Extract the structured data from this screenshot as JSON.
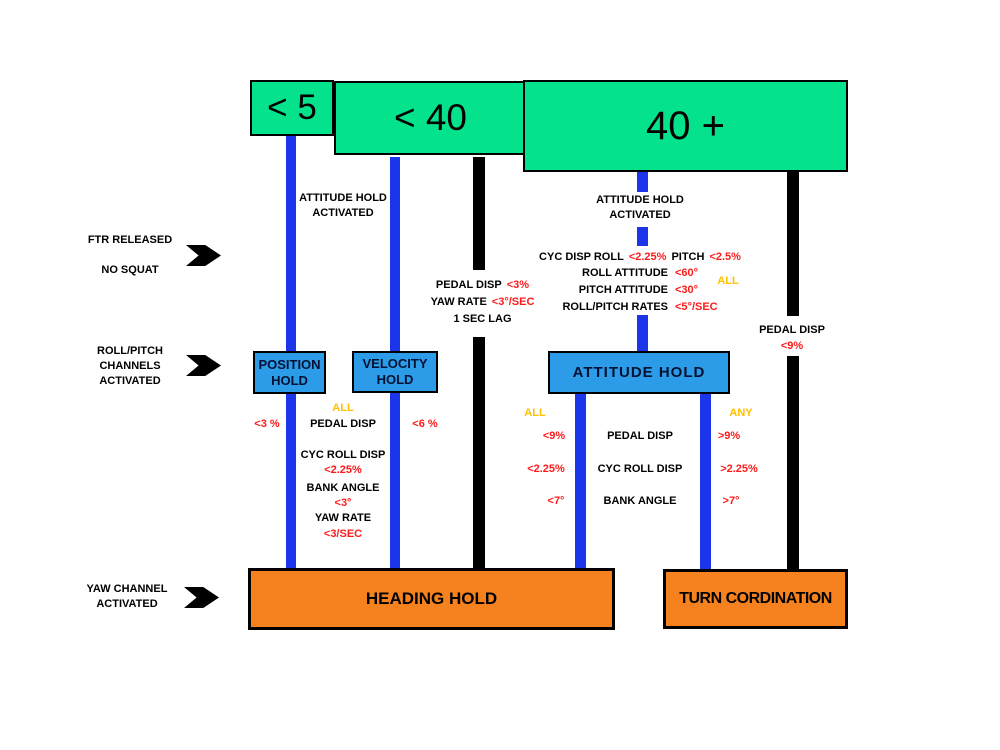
{
  "speed_header": {
    "lt5": "< 5",
    "lt40": "< 40",
    "plus40": "40 +"
  },
  "left_annotations": {
    "ftr_released": "FTR RELEASED",
    "no_squat": "NO SQUAT",
    "roll_pitch_1": "ROLL/PITCH",
    "roll_pitch_2": "CHANNELS",
    "roll_pitch_3": "ACTIVATED",
    "yaw_1": "YAW CHANNEL",
    "yaw_2": "ACTIVATED"
  },
  "hover_column": {
    "attitude_note_1": "ATTITUDE HOLD",
    "attitude_note_2": "ACTIVATED",
    "position_hold_1": "POSITION",
    "position_hold_2": "HOLD",
    "velocity_hold_1": "VELOCITY",
    "velocity_hold_2": "HOLD",
    "all": "ALL",
    "position_value": "<3 %",
    "pedal_disp": "PEDAL DISP",
    "velocity_value": "<6 %",
    "cyc_roll_disp": "CYC ROLL DISP",
    "cyc_roll_value": "<2.25%",
    "bank_angle": "BANK ANGLE",
    "bank_value": "<3°",
    "yaw_rate": "YAW RATE",
    "yaw_value": "<3/SEC"
  },
  "lt40_column": {
    "pedal_disp": "PEDAL DISP",
    "pedal_value": "<3%",
    "yaw_rate": "YAW RATE",
    "yaw_value": "<3°/SEC",
    "lag": "1 SEC LAG"
  },
  "plus40_column": {
    "attitude_note_1": "ATTITUDE HOLD",
    "attitude_note_2": "ACTIVATED",
    "cyc_disp_roll": "CYC DISP ROLL",
    "cyc_disp_roll_value": "<2.25%",
    "pitch": "PITCH",
    "pitch_value": "<2.5%",
    "roll_attitude": "ROLL ATTITUDE",
    "roll_attitude_value": "<60°",
    "all_criteria": "ALL",
    "pitch_attitude": "PITCH ATTITUDE",
    "pitch_attitude_value": "<30°",
    "roll_pitch_rates": "ROLL/PITCH RATES",
    "roll_pitch_rates_value": "<5°/SEC",
    "attitude_hold_box": "ATTITUDE HOLD",
    "all_left": "ALL",
    "any_right": "ANY",
    "pedal_lt": "<9%",
    "pedal_disp": "PEDAL DISP",
    "pedal_gt": ">9%",
    "cyc_lt": "<2.25%",
    "cyc_roll_disp": "CYC ROLL DISP",
    "cyc_gt": ">2.25%",
    "bank_lt": "<7°",
    "bank_angle": "BANK ANGLE",
    "bank_gt": ">7°",
    "pedal_disp_right": "PEDAL DISP",
    "pedal_right_value": "<9%"
  },
  "bottom": {
    "heading_hold": "HEADING HOLD",
    "turn_coordination": "TURN CORDINATION"
  },
  "colors": {
    "green": "#05e28c",
    "bar_blue": "#1a35ea",
    "box_blue": "#2d9ce8",
    "orange": "#f5821f",
    "red": "#fe1b1b",
    "yellow": "#ffc000",
    "black": "#000000"
  }
}
